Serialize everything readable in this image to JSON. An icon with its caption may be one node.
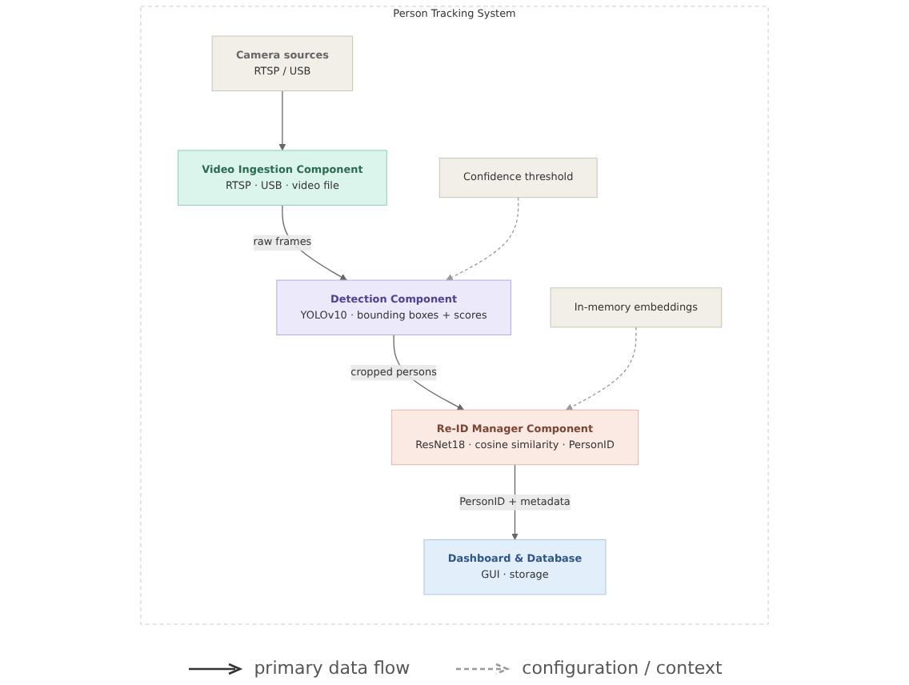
{
  "diagram": {
    "nodes": [
      {
        "text": [
          "Person Tracking System"
        ]
      },
      {
        "text": [
          "Camera sources",
          "RTSP / USB"
        ],
        "in": 0
      },
      {
        "text": [
          "Video Ingestion Component",
          "RTSP · USB · video file"
        ],
        "in": 0
      },
      {
        "text": [
          "Detection Component",
          "YOLOv10 · bounding boxes + scores"
        ],
        "in": 0
      },
      {
        "text": [
          "Re-ID Manager Component",
          "ResNet18 · cosine similarity · PersonID"
        ],
        "in": 0
      },
      {
        "text": [
          "Dashboard & Database",
          "GUI · storage"
        ],
        "in": 0
      },
      {
        "text": [
          "Confidence threshold"
        ],
        "in": 0
      },
      {
        "text": [
          "In-memory embeddings"
        ],
        "in": 0
      }
    ],
    "edges": [
      {
        "from": 1,
        "to": 2,
        "arrow": "to"
      },
      {
        "from": 2,
        "to": 3,
        "arrow": "to",
        "label": "raw frames"
      },
      {
        "from": 3,
        "to": 4,
        "arrow": "to",
        "label": "cropped persons"
      },
      {
        "from": 4,
        "to": 5,
        "arrow": "to",
        "label": "PersonID + metadata"
      },
      {
        "from": 6,
        "to": 3,
        "arrow": "to",
        "style": "dashed"
      },
      {
        "from": 7,
        "to": 4,
        "arrow": "to",
        "style": "dashed"
      }
    ],
    "legend": [
      {
        "text": "primary data flow"
      },
      {
        "text": "configuration / context"
      }
    ]
  }
}
